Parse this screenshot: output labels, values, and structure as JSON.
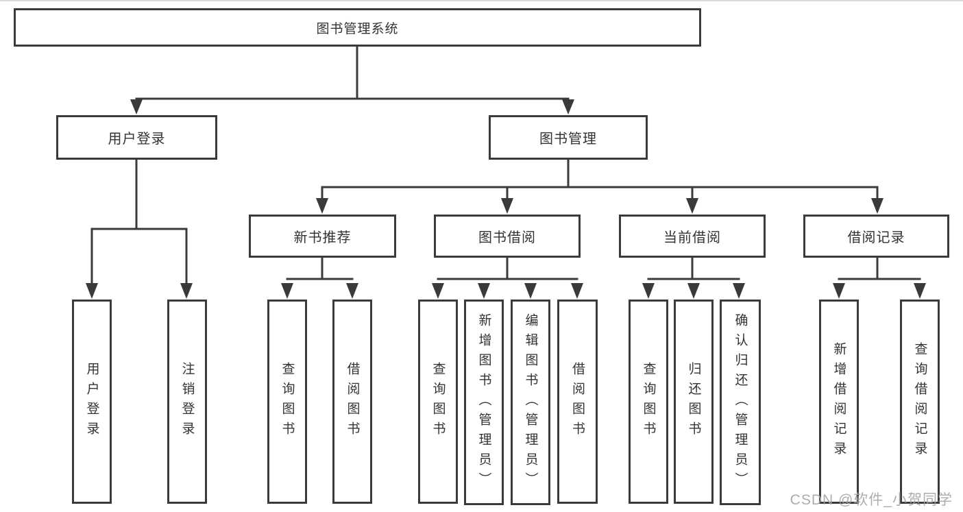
{
  "diagram": {
    "root": {
      "label": "图书管理系统"
    },
    "branches": {
      "user_login": {
        "label": "用户登录",
        "leaves": [
          {
            "label": "用户登录"
          },
          {
            "label": "注销登录"
          }
        ]
      },
      "book_management": {
        "label": "图书管理",
        "sections": {
          "new_book_recommend": {
            "label": "新书推荐",
            "leaves": [
              {
                "label": "查询图书"
              },
              {
                "label": "借阅图书"
              }
            ]
          },
          "book_borrow": {
            "label": "图书借阅",
            "leaves": [
              {
                "label": "查询图书"
              },
              {
                "label": "新增图书（管理员）"
              },
              {
                "label": "编辑图书（管理员）"
              },
              {
                "label": "借阅图书"
              }
            ]
          },
          "current_borrow": {
            "label": "当前借阅",
            "leaves": [
              {
                "label": "查询图书"
              },
              {
                "label": "归还图书"
              },
              {
                "label": "确认归还（管理员）"
              }
            ]
          },
          "borrow_records": {
            "label": "借阅记录",
            "leaves": [
              {
                "label": "新增借阅记录"
              },
              {
                "label": "查询借阅记录"
              }
            ]
          }
        }
      }
    },
    "colors": {
      "line": "#3a3a3a",
      "text": "#333333",
      "watermark": "#a2a2a2"
    }
  },
  "watermark": {
    "text": "CSDN @软件_小贺同学"
  }
}
